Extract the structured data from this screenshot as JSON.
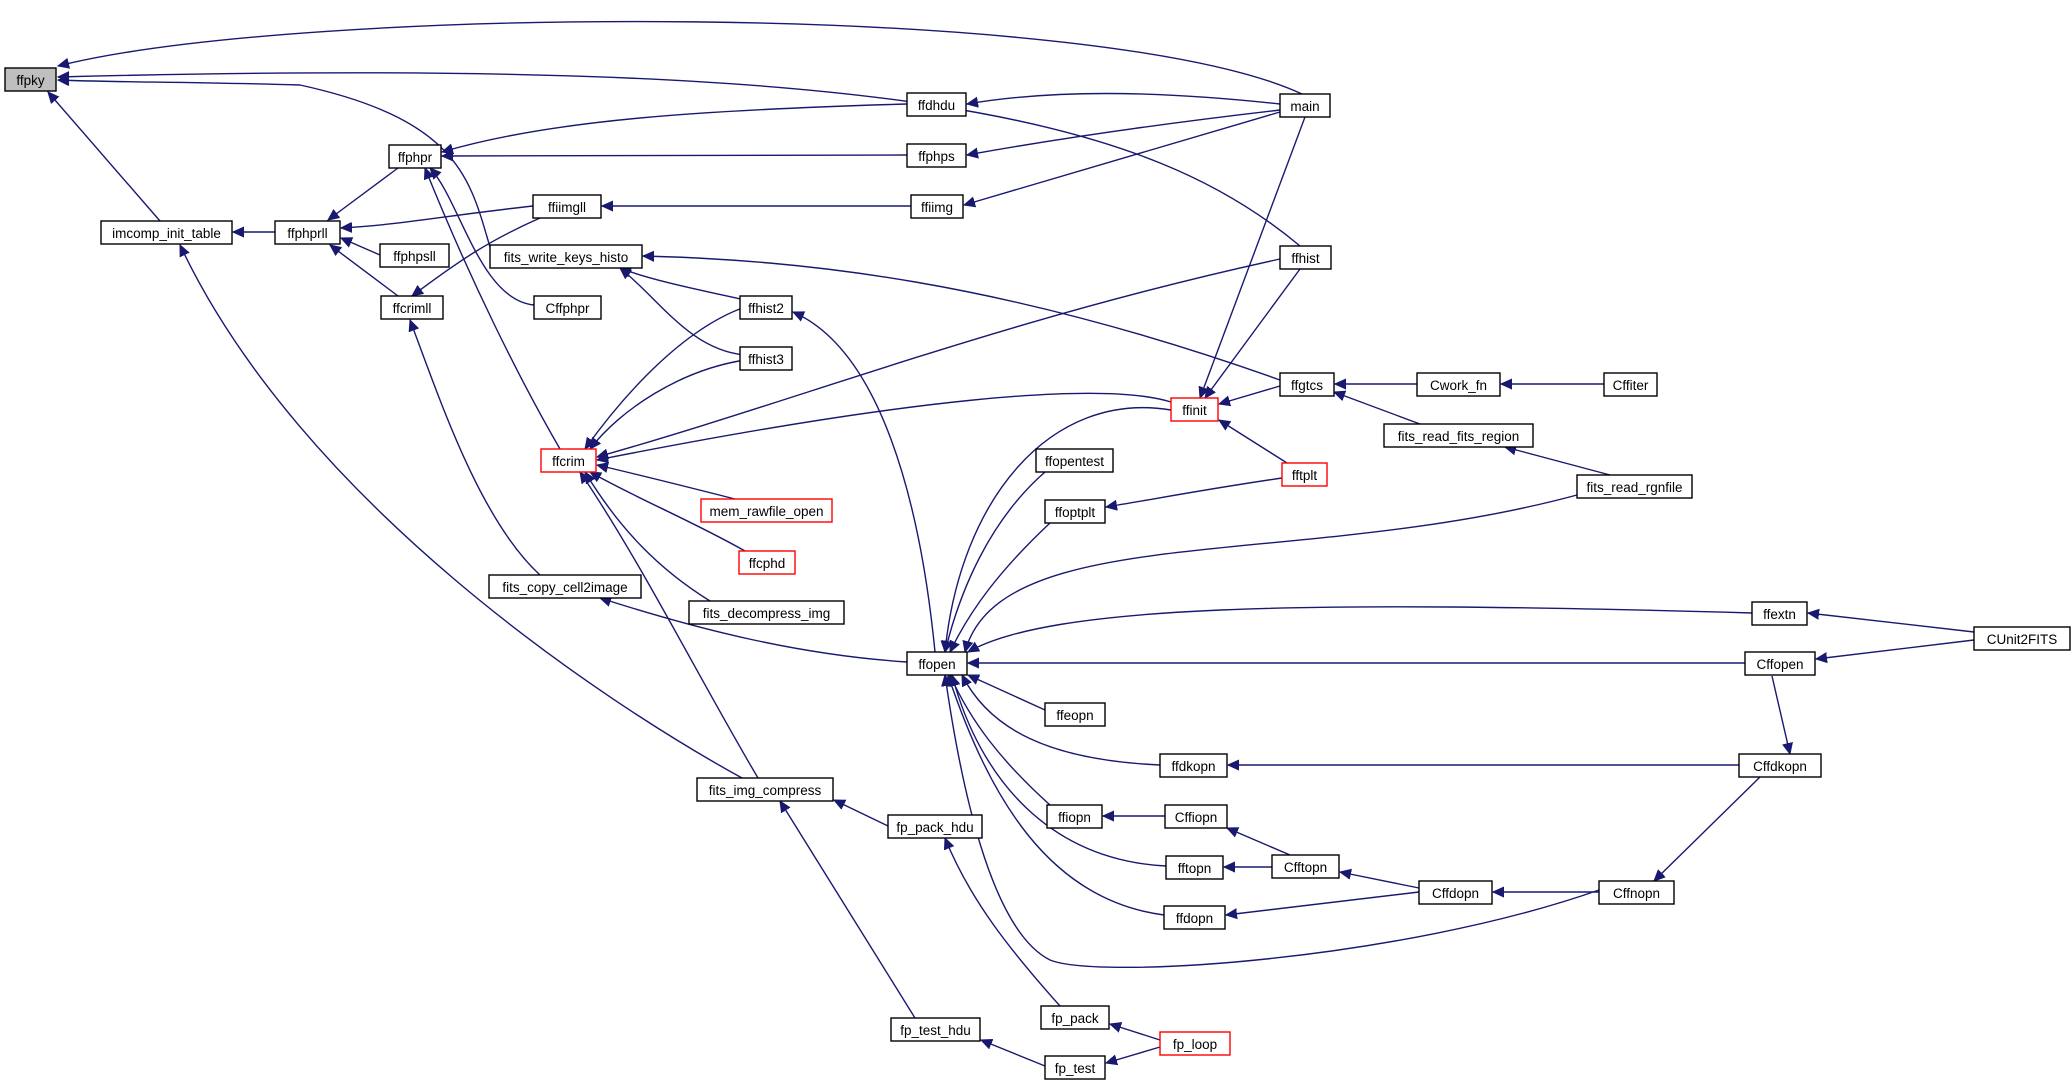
{
  "diagram": {
    "type": "call-graph",
    "colors": {
      "edge": "#191970",
      "node_border": "#000000",
      "node_border_truncated": "#ff0000",
      "root_fill": "#bfbfbf",
      "node_fill": "#ffffff",
      "background": "#ffffff"
    },
    "nodes": [
      {
        "id": "ffpky",
        "label": "ffpky",
        "root": true
      },
      {
        "id": "imcomp_init_table",
        "label": "imcomp_init_table"
      },
      {
        "id": "ffphprll",
        "label": "ffphprll"
      },
      {
        "id": "ffphpr",
        "label": "ffphpr"
      },
      {
        "id": "ffphpsll",
        "label": "ffphpsll"
      },
      {
        "id": "ffcrimll",
        "label": "ffcrimll"
      },
      {
        "id": "ffiimgll",
        "label": "ffiimgll"
      },
      {
        "id": "fits_write_keys_histo",
        "label": "fits_write_keys_histo"
      },
      {
        "id": "Cffphpr",
        "label": "Cffphpr"
      },
      {
        "id": "ffcrim",
        "label": "ffcrim",
        "truncated": true
      },
      {
        "id": "fits_copy_cell2image",
        "label": "fits_copy_cell2image"
      },
      {
        "id": "fits_img_compress",
        "label": "fits_img_compress"
      },
      {
        "id": "ffhist2",
        "label": "ffhist2"
      },
      {
        "id": "ffhist3",
        "label": "ffhist3"
      },
      {
        "id": "mem_rawfile_open",
        "label": "mem_rawfile_open",
        "truncated": true
      },
      {
        "id": "ffcphd",
        "label": "ffcphd",
        "truncated": true
      },
      {
        "id": "fits_decompress_img",
        "label": "fits_decompress_img"
      },
      {
        "id": "fp_pack_hdu",
        "label": "fp_pack_hdu"
      },
      {
        "id": "fp_test_hdu",
        "label": "fp_test_hdu"
      },
      {
        "id": "ffdhdu",
        "label": "ffdhdu"
      },
      {
        "id": "ffphps",
        "label": "ffphps"
      },
      {
        "id": "ffiimg",
        "label": "ffiimg"
      },
      {
        "id": "ffopen",
        "label": "ffopen"
      },
      {
        "id": "ffopentest",
        "label": "ffopentest"
      },
      {
        "id": "ffoptplt",
        "label": "ffoptplt"
      },
      {
        "id": "ffeopn",
        "label": "ffeopn"
      },
      {
        "id": "ffiopn",
        "label": "ffiopn"
      },
      {
        "id": "fp_pack",
        "label": "fp_pack"
      },
      {
        "id": "fp_test",
        "label": "fp_test"
      },
      {
        "id": "ffinit",
        "label": "ffinit",
        "truncated": true
      },
      {
        "id": "ffdkopn",
        "label": "ffdkopn"
      },
      {
        "id": "Cffiopn",
        "label": "Cffiopn"
      },
      {
        "id": "fftopn",
        "label": "fftopn"
      },
      {
        "id": "ffdopn",
        "label": "ffdopn"
      },
      {
        "id": "fp_loop",
        "label": "fp_loop",
        "truncated": true
      },
      {
        "id": "main",
        "label": "main"
      },
      {
        "id": "ffhist",
        "label": "ffhist"
      },
      {
        "id": "ffgtcs",
        "label": "ffgtcs"
      },
      {
        "id": "fftplt",
        "label": "fftplt",
        "truncated": true
      },
      {
        "id": "Cfftopn",
        "label": "Cfftopn"
      },
      {
        "id": "Cwork_fn",
        "label": "Cwork_fn"
      },
      {
        "id": "fits_read_fits_region",
        "label": "fits_read_fits_region"
      },
      {
        "id": "Cffdopn",
        "label": "Cffdopn"
      },
      {
        "id": "Cffiter",
        "label": "Cffiter"
      },
      {
        "id": "fits_read_rgnfile",
        "label": "fits_read_rgnfile"
      },
      {
        "id": "ffextn",
        "label": "ffextn"
      },
      {
        "id": "Cffopen",
        "label": "Cffopen"
      },
      {
        "id": "Cffdkopn",
        "label": "Cffdkopn"
      },
      {
        "id": "Cffnopn",
        "label": "Cffnopn"
      },
      {
        "id": "CUnit2FITS",
        "label": "CUnit2FITS"
      }
    ],
    "edges": [
      {
        "from": "imcomp_init_table",
        "to": "ffpky"
      },
      {
        "from": "fits_write_keys_histo",
        "to": "ffpky"
      },
      {
        "from": "main",
        "to": "ffpky"
      },
      {
        "from": "ffhist",
        "to": "ffpky"
      },
      {
        "from": "ffphprll",
        "to": "imcomp_init_table"
      },
      {
        "from": "fits_img_compress",
        "to": "imcomp_init_table"
      },
      {
        "from": "ffphpr",
        "to": "ffphprll"
      },
      {
        "from": "ffphpsll",
        "to": "ffphprll"
      },
      {
        "from": "ffcrimll",
        "to": "ffphprll"
      },
      {
        "from": "ffiimgll",
        "to": "ffphprll"
      },
      {
        "from": "ffdhdu",
        "to": "ffphpr"
      },
      {
        "from": "ffphps",
        "to": "ffphpr"
      },
      {
        "from": "Cffphpr",
        "to": "ffphpr"
      },
      {
        "from": "ffcrim",
        "to": "ffphpr"
      },
      {
        "from": "ffiimgll",
        "to": "ffcrimll"
      },
      {
        "from": "fits_copy_cell2image",
        "to": "ffcrimll"
      },
      {
        "from": "ffiimg",
        "to": "ffiimgll"
      },
      {
        "from": "ffhist2",
        "to": "fits_write_keys_histo"
      },
      {
        "from": "ffhist3",
        "to": "fits_write_keys_histo"
      },
      {
        "from": "ffgtcs",
        "to": "fits_write_keys_histo"
      },
      {
        "from": "ffhist2",
        "to": "ffcrim"
      },
      {
        "from": "ffhist3",
        "to": "ffcrim"
      },
      {
        "from": "mem_rawfile_open",
        "to": "ffcrim"
      },
      {
        "from": "ffcphd",
        "to": "ffcrim"
      },
      {
        "from": "fits_decompress_img",
        "to": "ffcrim"
      },
      {
        "from": "fits_img_compress",
        "to": "ffcrim"
      },
      {
        "from": "ffhist",
        "to": "ffcrim"
      },
      {
        "from": "ffinit",
        "to": "ffcrim"
      },
      {
        "from": "ffopen",
        "to": "fits_copy_cell2image"
      },
      {
        "from": "fp_pack_hdu",
        "to": "fits_img_compress"
      },
      {
        "from": "fp_test_hdu",
        "to": "fits_img_compress"
      },
      {
        "from": "ffopen",
        "to": "ffhist2"
      },
      {
        "from": "main",
        "to": "ffdhdu"
      },
      {
        "from": "main",
        "to": "ffphps"
      },
      {
        "from": "main",
        "to": "ffiimg"
      },
      {
        "from": "fp_pack",
        "to": "fp_pack_hdu"
      },
      {
        "from": "fp_test",
        "to": "fp_test_hdu"
      },
      {
        "from": "ffopentest",
        "to": "ffopen"
      },
      {
        "from": "ffoptplt",
        "to": "ffopen"
      },
      {
        "from": "ffeopn",
        "to": "ffopen"
      },
      {
        "from": "ffiopn",
        "to": "ffopen"
      },
      {
        "from": "ffdkopn",
        "to": "ffopen"
      },
      {
        "from": "fftopn",
        "to": "ffopen"
      },
      {
        "from": "ffdopn",
        "to": "ffopen"
      },
      {
        "from": "ffinit",
        "to": "ffopen"
      },
      {
        "from": "fits_read_rgnfile",
        "to": "ffopen"
      },
      {
        "from": "ffextn",
        "to": "ffopen"
      },
      {
        "from": "Cffopen",
        "to": "ffopen"
      },
      {
        "from": "Cffnopn",
        "to": "ffopen"
      },
      {
        "from": "fftplt",
        "to": "ffoptplt"
      },
      {
        "from": "Cffiopn",
        "to": "ffiopn"
      },
      {
        "from": "fp_loop",
        "to": "fp_pack"
      },
      {
        "from": "fp_loop",
        "to": "fp_test"
      },
      {
        "from": "main",
        "to": "ffinit"
      },
      {
        "from": "ffhist",
        "to": "ffinit"
      },
      {
        "from": "ffgtcs",
        "to": "ffinit"
      },
      {
        "from": "fftplt",
        "to": "ffinit"
      },
      {
        "from": "Cffdkopn",
        "to": "ffdkopn"
      },
      {
        "from": "Cfftopn",
        "to": "Cffiopn"
      },
      {
        "from": "Cfftopn",
        "to": "fftopn"
      },
      {
        "from": "Cffdopn",
        "to": "ffdopn"
      },
      {
        "from": "Cffdopn",
        "to": "Cfftopn"
      },
      {
        "from": "Cwork_fn",
        "to": "ffgtcs"
      },
      {
        "from": "fits_read_fits_region",
        "to": "ffgtcs"
      },
      {
        "from": "Cffiter",
        "to": "Cwork_fn"
      },
      {
        "from": "fits_read_rgnfile",
        "to": "fits_read_fits_region"
      },
      {
        "from": "Cffnopn",
        "to": "Cffdopn"
      },
      {
        "from": "CUnit2FITS",
        "to": "ffextn"
      },
      {
        "from": "CUnit2FITS",
        "to": "Cffopen"
      },
      {
        "from": "Cffopen",
        "to": "Cffdkopn"
      },
      {
        "from": "Cffdkopn",
        "to": "Cffnopn"
      }
    ]
  }
}
